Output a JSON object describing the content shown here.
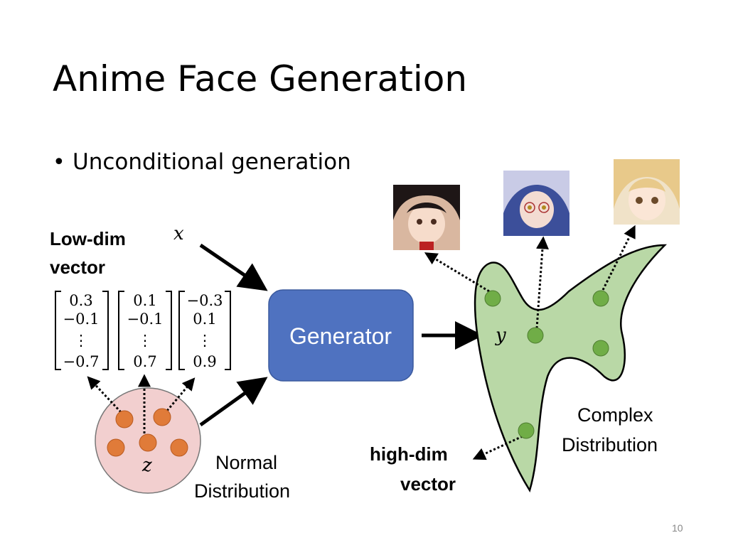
{
  "title": "Anime Face Generation",
  "bullet": "Unconditional generation",
  "low_dim_label": [
    "Low-dim",
    "vector"
  ],
  "vectors": [
    [
      "0.3",
      "−0.1",
      "⋮",
      "−0.7"
    ],
    [
      "0.1",
      "−0.1",
      "⋮",
      "0.7"
    ],
    [
      "−0.3",
      "0.1",
      "⋮",
      "0.9"
    ]
  ],
  "x_label": "x",
  "z_label": "z",
  "y_label": "y",
  "generator_label": "Generator",
  "normal_label": [
    "Normal",
    "Distribution"
  ],
  "complex_label": [
    "Complex",
    "Distribution"
  ],
  "high_dim_label": [
    "high-dim",
    "vector"
  ],
  "page_number": "10",
  "colors": {
    "generator": "#4f72c0",
    "blob": "#b9d8a6",
    "dot_green": "#70ad47",
    "circle": "#f2cfcf",
    "dot_orange": "#e07b39"
  }
}
